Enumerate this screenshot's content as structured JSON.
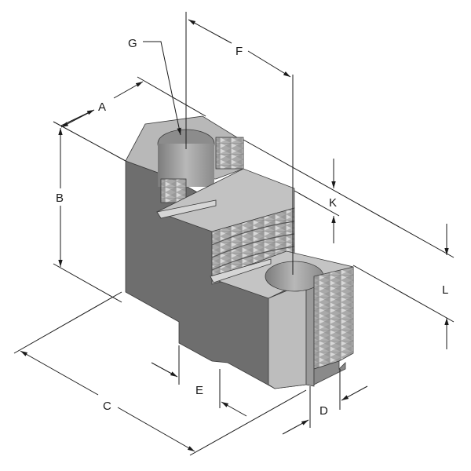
{
  "diagram": {
    "subject": "Chuck hard top jaw, serrated, isometric dimension drawing",
    "colors": {
      "front_face": "#6e6e6e",
      "top_face": "#b4b4b4",
      "side_face": "#8f8f8f",
      "light_face": "#c8c8c8",
      "bore": "#9a9a9a",
      "line": "#1a1a1a"
    },
    "labels": {
      "A": "A",
      "B": "B",
      "C": "C",
      "D": "D",
      "E": "E",
      "F": "F",
      "G": "G",
      "K": "K",
      "L": "L"
    }
  }
}
